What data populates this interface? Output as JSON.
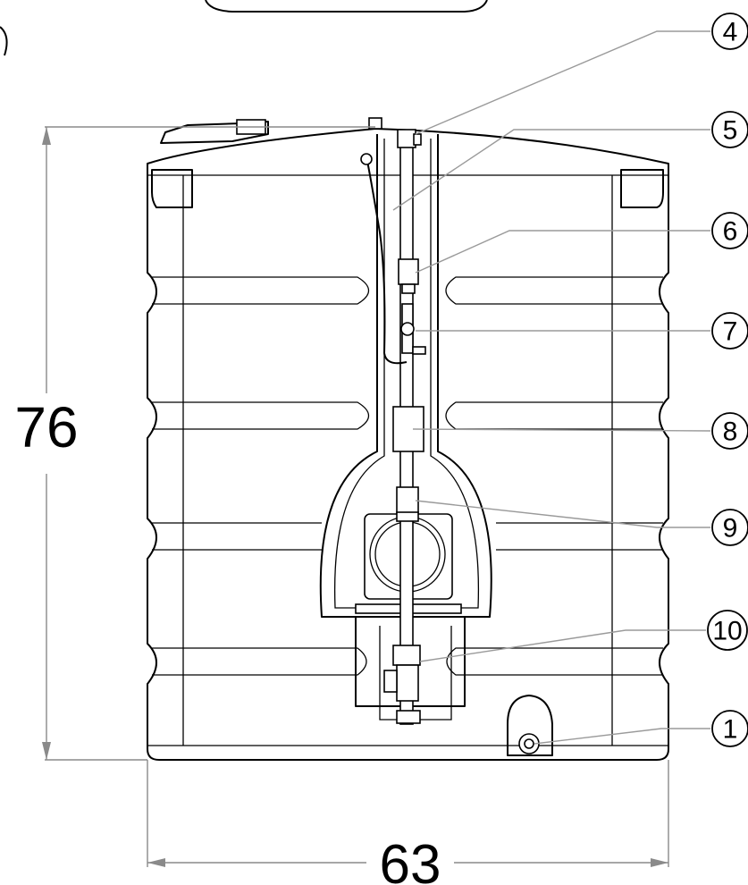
{
  "dimensions": {
    "height": "76",
    "width": "63"
  },
  "callouts": [
    {
      "label": "4"
    },
    {
      "label": "5"
    },
    {
      "label": "6"
    },
    {
      "label": "7"
    },
    {
      "label": "8"
    },
    {
      "label": "9"
    },
    {
      "label": "10"
    },
    {
      "label": "1"
    }
  ],
  "colors": {
    "line": "#000000",
    "dimension": "#8a8a8a",
    "background": "#ffffff"
  }
}
